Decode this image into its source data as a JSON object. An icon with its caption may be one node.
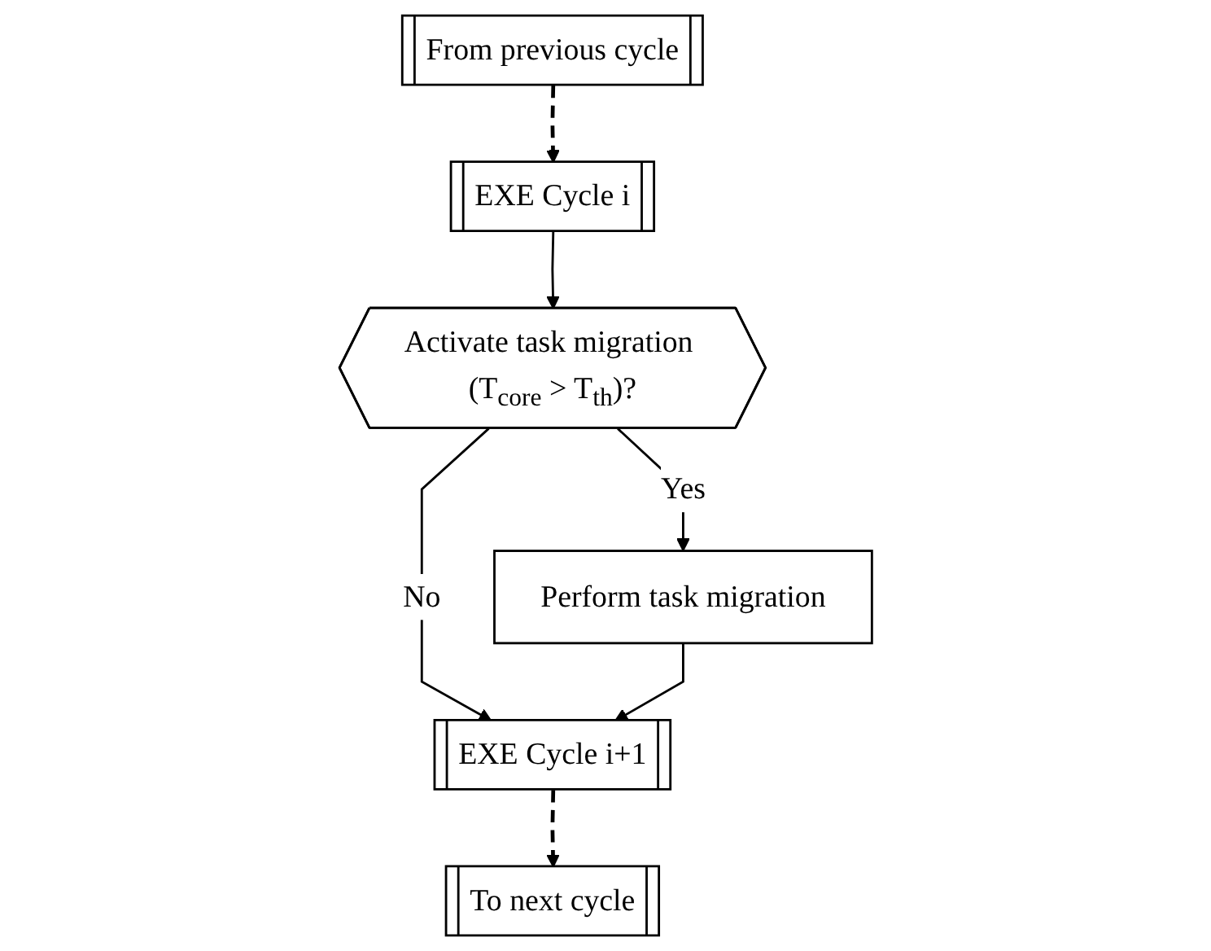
{
  "diagram": {
    "nodes": [
      {
        "text": [
          "From previous cycle"
        ]
      },
      {
        "text": [
          "EXE Cycle i"
        ]
      },
      {
        "text": [
          "Activate task migration (T$_{core}$ > T$_{th}$)?"
        ]
      },
      {
        "text": [
          "Perform task migration"
        ]
      },
      {
        "text": [
          "EXE Cycle i+1"
        ]
      },
      {
        "text": [
          "To next cycle"
        ]
      }
    ],
    "edges": [
      {
        "from": 0,
        "to": 1,
        "arrow": "to",
        "style": "dashed"
      },
      {
        "from": 1,
        "to": 2,
        "arrow": "to"
      },
      {
        "from": 2,
        "to": 3,
        "arrow": "to",
        "label": "Yes"
      },
      {
        "from": 2,
        "to": 4,
        "arrow": "to",
        "label": "No"
      },
      {
        "from": 3,
        "to": 4,
        "arrow": "to"
      },
      {
        "from": 4,
        "to": 5,
        "arrow": "to",
        "style": "dashed"
      }
    ]
  }
}
